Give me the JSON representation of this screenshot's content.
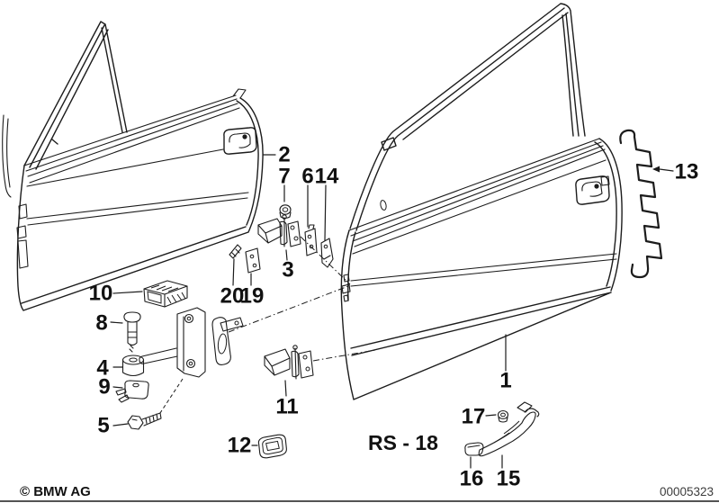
{
  "diagram": {
    "region_label": "RS - 18",
    "copyright": "© BMW AG",
    "drawing_number": "00005323",
    "part_labels": [
      {
        "text": "1"
      },
      {
        "text": "2"
      },
      {
        "text": "3"
      },
      {
        "text": "4"
      },
      {
        "text": "5"
      },
      {
        "text": "6"
      },
      {
        "text": "7"
      },
      {
        "text": "8"
      },
      {
        "text": "9"
      },
      {
        "text": "10"
      },
      {
        "text": "11"
      },
      {
        "text": "12"
      },
      {
        "text": "13"
      },
      {
        "text": "14"
      },
      {
        "text": "15"
      },
      {
        "text": "16"
      },
      {
        "text": "17"
      },
      {
        "text": "19"
      },
      {
        "text": "20"
      }
    ]
  }
}
